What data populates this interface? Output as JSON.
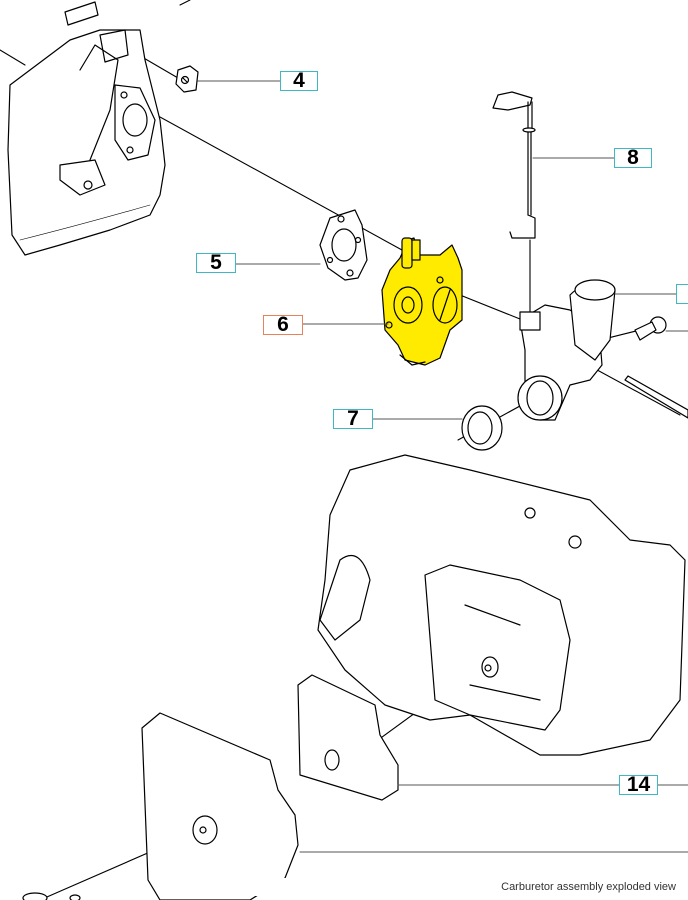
{
  "diagram": {
    "title": "Carburetor assembly exploded view",
    "colors": {
      "callout_border": "#3fb8c4",
      "callout_selected_border": "#e8825a",
      "highlight_fill": "#ffeb00",
      "line": "#000000",
      "leader": "#555555"
    },
    "callouts": [
      {
        "id": "4",
        "label": "4",
        "selected": false
      },
      {
        "id": "5",
        "label": "5",
        "selected": false
      },
      {
        "id": "6",
        "label": "6",
        "selected": true
      },
      {
        "id": "7",
        "label": "7",
        "selected": false
      },
      {
        "id": "8",
        "label": "8",
        "selected": false
      },
      {
        "id": "9",
        "label": "",
        "selected": false
      },
      {
        "id": "14",
        "label": "14",
        "selected": false
      }
    ],
    "parts": [
      {
        "name": "crankcase-half",
        "highlighted": false
      },
      {
        "name": "nut",
        "highlighted": false
      },
      {
        "name": "gasket",
        "highlighted": false
      },
      {
        "name": "carburetor",
        "highlighted": true
      },
      {
        "name": "choke-rod",
        "highlighted": false
      },
      {
        "name": "intake-adapter",
        "highlighted": false
      },
      {
        "name": "screw",
        "highlighted": false
      },
      {
        "name": "long-bolt",
        "highlighted": false
      },
      {
        "name": "seal-ring",
        "highlighted": false
      },
      {
        "name": "air-filter-housing",
        "highlighted": false
      },
      {
        "name": "air-filter",
        "highlighted": false
      },
      {
        "name": "filter-cover",
        "highlighted": false
      }
    ]
  }
}
